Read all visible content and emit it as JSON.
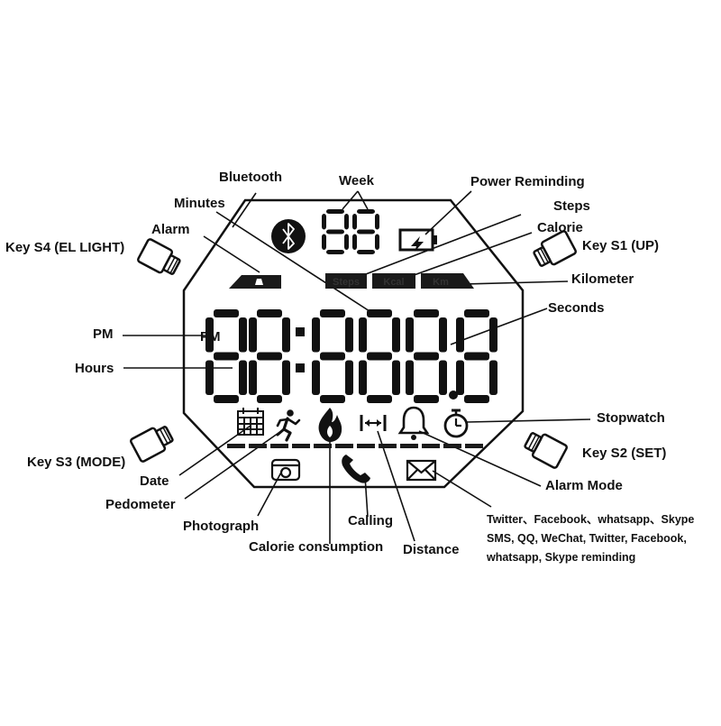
{
  "labels": {
    "bluetooth": "Bluetooth",
    "week": "Week",
    "power_reminding": "Power Reminding",
    "minutes": "Minutes",
    "steps": "Steps",
    "calorie": "Calorie",
    "alarm": "Alarm",
    "key_s4": "Key S4 (EL LIGHT)",
    "key_s1": "Key S1 (UP)",
    "kilometer": "Kilometer",
    "pm": "PM",
    "seconds": "Seconds",
    "hours": "Hours",
    "stopwatch": "Stopwatch",
    "key_s3": "Key S3 (MODE)",
    "key_s2": "Key S2 (SET)",
    "date": "Date",
    "pedometer": "Pedometer",
    "photograph": "Photograph",
    "calling": "Calling",
    "calorie_consumption": "Calorie consumption",
    "distance": "Distance",
    "alarm_mode": "Alarm Mode",
    "social_line1": "Twitter、Facebook、whatsapp、Skype",
    "social_line2": "SMS, QQ, WeChat, Twitter, Facebook,",
    "social_line3": "whatsapp, Skype reminding"
  },
  "display": {
    "pm_indicator": "PM",
    "week_digits": "88",
    "time_digits": "88:8888",
    "steps_segment": "Steps",
    "kcal_segment": "Kcal",
    "km_segment": "Km"
  },
  "colors": {
    "ink": "#111111",
    "segment_fill": "#1a1a1a",
    "segment_gap": "#ffffff"
  }
}
